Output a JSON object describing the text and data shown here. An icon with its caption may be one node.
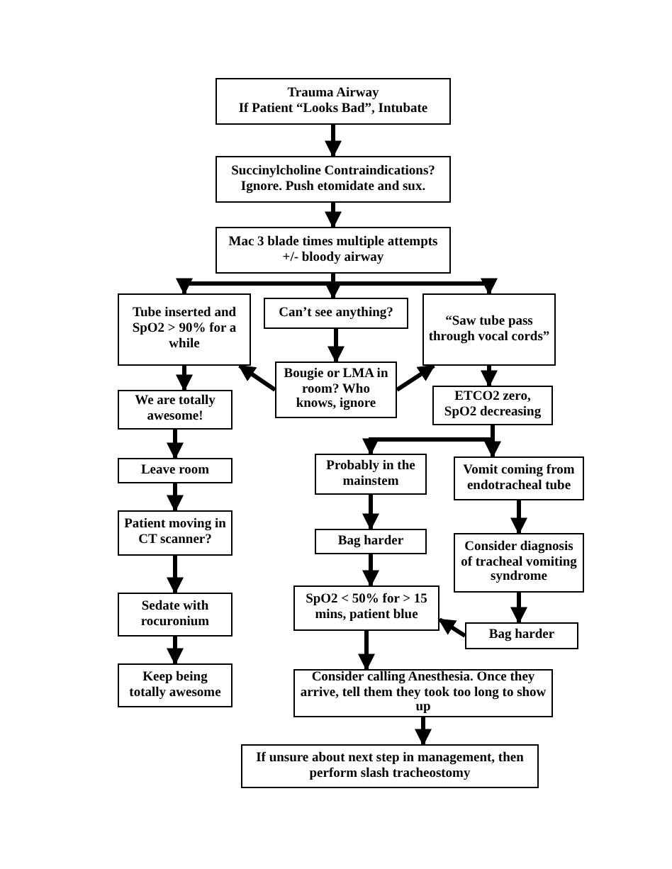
{
  "diagram": {
    "nodes": [
      {
        "text": [
          "Trauma Airway",
          "If Patient “Looks Bad”, Intubate"
        ]
      },
      {
        "text": [
          "Succinylcholine Contraindications? Ignore. Push etomidate and sux."
        ]
      },
      {
        "text": [
          "Mac 3 blade times multiple attempts +/- bloody airway"
        ]
      },
      {
        "text": [
          "Tube inserted and SpO2 > 90% for a while"
        ]
      },
      {
        "text": [
          "Can’t see anything?"
        ]
      },
      {
        "text": [
          "“Saw tube pass through vocal cords”"
        ]
      },
      {
        "text": [
          "Bougie or LMA in room? Who knows, ignore"
        ]
      },
      {
        "text": [
          "We are totally awesome!"
        ]
      },
      {
        "text": [
          "ETCO2 zero, SpO2 decreasing"
        ]
      },
      {
        "text": [
          "Leave room"
        ]
      },
      {
        "text": [
          "Probably in the mainstem"
        ]
      },
      {
        "text": [
          "Vomit coming from endotracheal tube"
        ]
      },
      {
        "text": [
          "Patient moving in CT scanner?"
        ]
      },
      {
        "text": [
          "Bag harder"
        ]
      },
      {
        "text": [
          "Consider diagnosis of tracheal vomiting syndrome"
        ]
      },
      {
        "text": [
          "Sedate with rocuronium"
        ]
      },
      {
        "text": [
          "SpO2 < 50% for > 15 mins, patient blue"
        ]
      },
      {
        "text": [
          "Bag harder"
        ]
      },
      {
        "text": [
          "Keep being totally awesome"
        ]
      },
      {
        "text": [
          "Consider calling Anesthesia. Once they arrive, tell them they took too long to show up"
        ]
      },
      {
        "text": [
          "If unsure about next step in management, then perform slash tracheostomy"
        ]
      }
    ],
    "edges": [
      {
        "from": 0,
        "to": 1,
        "arrow": "to"
      },
      {
        "from": 1,
        "to": 2,
        "arrow": "to"
      },
      {
        "from": 2,
        "to": 3,
        "arrow": "to"
      },
      {
        "from": 2,
        "to": 4,
        "arrow": "to"
      },
      {
        "from": 2,
        "to": 5,
        "arrow": "to"
      },
      {
        "from": 4,
        "to": 6,
        "arrow": "to"
      },
      {
        "from": 6,
        "to": 3,
        "arrow": "to"
      },
      {
        "from": 6,
        "to": 5,
        "arrow": "to"
      },
      {
        "from": 3,
        "to": 7,
        "arrow": "to"
      },
      {
        "from": 7,
        "to": 9,
        "arrow": "to"
      },
      {
        "from": 9,
        "to": 12,
        "arrow": "to"
      },
      {
        "from": 12,
        "to": 15,
        "arrow": "to"
      },
      {
        "from": 15,
        "to": 18,
        "arrow": "to"
      },
      {
        "from": 5,
        "to": 8,
        "arrow": "to"
      },
      {
        "from": 8,
        "to": 10,
        "arrow": "to"
      },
      {
        "from": 8,
        "to": 11,
        "arrow": "to"
      },
      {
        "from": 10,
        "to": 13,
        "arrow": "to"
      },
      {
        "from": 11,
        "to": 14,
        "arrow": "to"
      },
      {
        "from": 13,
        "to": 16,
        "arrow": "to"
      },
      {
        "from": 14,
        "to": 17,
        "arrow": "to"
      },
      {
        "from": 17,
        "to": 16,
        "arrow": "to"
      },
      {
        "from": 16,
        "to": 19,
        "arrow": "to"
      },
      {
        "from": 19,
        "to": 20,
        "arrow": "to"
      }
    ]
  }
}
